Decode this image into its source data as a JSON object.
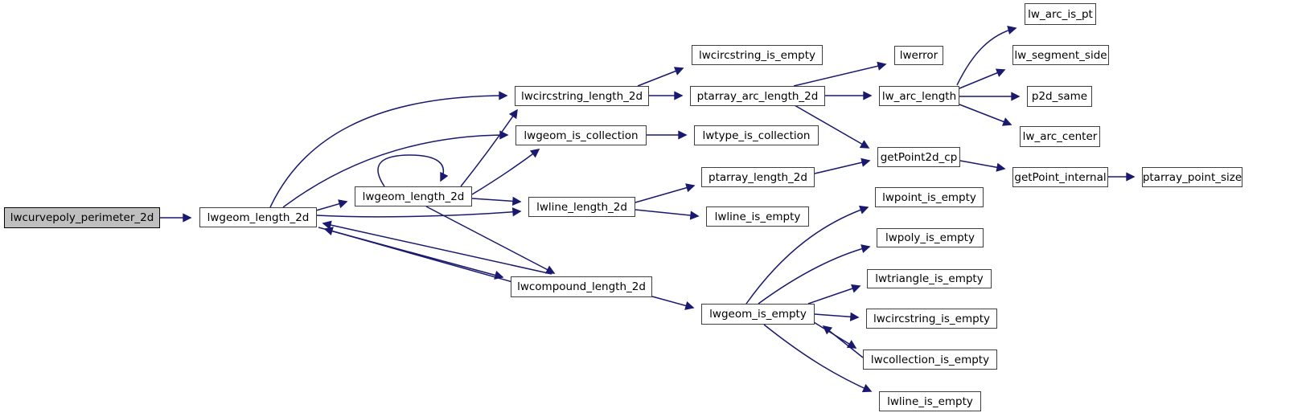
{
  "diagram": {
    "type": "call-graph",
    "colors": {
      "edge": "#191970",
      "node_border": "#3f3f3f",
      "node_fill": "#ffffff",
      "highlight_node_fill": "#bfbfbf",
      "text": "#000000"
    },
    "nodes": [
      {
        "id": "lwcurvepoly_perimeter_2d",
        "label": "lwcurvepoly_perimeter_2d",
        "highlight": true
      },
      {
        "id": "lwgeom_length_2d_1",
        "label": "lwgeom_length_2d"
      },
      {
        "id": "lwgeom_length_2d_2",
        "label": "lwgeom_length_2d"
      },
      {
        "id": "lwcircstring_length_2d",
        "label": "lwcircstring_length_2d"
      },
      {
        "id": "lwgeom_is_collection",
        "label": "lwgeom_is_collection"
      },
      {
        "id": "lwline_length_2d",
        "label": "lwline_length_2d"
      },
      {
        "id": "lwcompound_length_2d",
        "label": "lwcompound_length_2d"
      },
      {
        "id": "lwcircstring_is_empty_1",
        "label": "lwcircstring_is_empty"
      },
      {
        "id": "ptarray_arc_length_2d",
        "label": "ptarray_arc_length_2d"
      },
      {
        "id": "lwtype_is_collection",
        "label": "lwtype_is_collection"
      },
      {
        "id": "ptarray_length_2d",
        "label": "ptarray_length_2d"
      },
      {
        "id": "lwline_is_empty_1",
        "label": "lwline_is_empty"
      },
      {
        "id": "lwgeom_is_empty",
        "label": "lwgeom_is_empty"
      },
      {
        "id": "lwerror",
        "label": "lwerror"
      },
      {
        "id": "lw_arc_length",
        "label": "lw_arc_length"
      },
      {
        "id": "lw_arc_is_pt",
        "label": "lw_arc_is_pt"
      },
      {
        "id": "lw_segment_side",
        "label": "lw_segment_side"
      },
      {
        "id": "p2d_same",
        "label": "p2d_same"
      },
      {
        "id": "lw_arc_center",
        "label": "lw_arc_center"
      },
      {
        "id": "getPoint2d_cp",
        "label": "getPoint2d_cp"
      },
      {
        "id": "getPoint_internal",
        "label": "getPoint_internal"
      },
      {
        "id": "ptarray_point_size",
        "label": "ptarray_point_size"
      },
      {
        "id": "lwpoint_is_empty",
        "label": "lwpoint_is_empty"
      },
      {
        "id": "lwpoly_is_empty",
        "label": "lwpoly_is_empty"
      },
      {
        "id": "lwtriangle_is_empty",
        "label": "lwtriangle_is_empty"
      },
      {
        "id": "lwcircstring_is_empty_2",
        "label": "lwcircstring_is_empty"
      },
      {
        "id": "lwcollection_is_empty",
        "label": "lwcollection_is_empty"
      },
      {
        "id": "lwline_is_empty_2",
        "label": "lwline_is_empty"
      }
    ],
    "edges": [
      {
        "from": "lwcurvepoly_perimeter_2d",
        "to": "lwgeom_length_2d_1"
      },
      {
        "from": "lwgeom_length_2d_1",
        "to": "lwgeom_length_2d_2"
      },
      {
        "from": "lwgeom_length_2d_1",
        "to": "lwline_length_2d"
      },
      {
        "from": "lwgeom_length_2d_1",
        "to": "lwcircstring_length_2d"
      },
      {
        "from": "lwgeom_length_2d_1",
        "to": "lwgeom_is_collection"
      },
      {
        "from": "lwgeom_length_2d_1",
        "to": "lwcompound_length_2d"
      },
      {
        "from": "lwgeom_length_2d_2",
        "to": "lwgeom_length_2d_2"
      },
      {
        "from": "lwgeom_length_2d_2",
        "to": "lwcircstring_length_2d"
      },
      {
        "from": "lwgeom_length_2d_2",
        "to": "lwgeom_is_collection"
      },
      {
        "from": "lwgeom_length_2d_2",
        "to": "lwline_length_2d"
      },
      {
        "from": "lwgeom_length_2d_2",
        "to": "lwcompound_length_2d"
      },
      {
        "from": "lwcompound_length_2d",
        "to": "lwgeom_length_2d_1"
      },
      {
        "from": "lwcompound_length_2d",
        "to": "lwgeom_length_2d_1"
      },
      {
        "from": "lwline_length_2d",
        "to": "ptarray_length_2d"
      },
      {
        "from": "lwline_length_2d",
        "to": "lwline_is_empty_1"
      },
      {
        "from": "lwcircstring_length_2d",
        "to": "ptarray_arc_length_2d"
      },
      {
        "from": "lwcircstring_length_2d",
        "to": "lwcircstring_is_empty_1"
      },
      {
        "from": "ptarray_arc_length_2d",
        "to": "lwerror"
      },
      {
        "from": "ptarray_arc_length_2d",
        "to": "lw_arc_length"
      },
      {
        "from": "ptarray_arc_length_2d",
        "to": "getPoint2d_cp"
      },
      {
        "from": "lw_arc_length",
        "to": "lw_arc_is_pt"
      },
      {
        "from": "lw_arc_length",
        "to": "lw_segment_side"
      },
      {
        "from": "lw_arc_length",
        "to": "p2d_same"
      },
      {
        "from": "lw_arc_length",
        "to": "lw_arc_center"
      },
      {
        "from": "ptarray_length_2d",
        "to": "getPoint2d_cp"
      },
      {
        "from": "getPoint2d_cp",
        "to": "getPoint_internal"
      },
      {
        "from": "getPoint_internal",
        "to": "ptarray_point_size"
      },
      {
        "from": "lwcompound_length_2d",
        "to": "lwgeom_is_empty"
      },
      {
        "from": "lwgeom_is_empty",
        "to": "lwpoint_is_empty"
      },
      {
        "from": "lwgeom_is_empty",
        "to": "lwpoly_is_empty"
      },
      {
        "from": "lwgeom_is_empty",
        "to": "lwtriangle_is_empty"
      },
      {
        "from": "lwgeom_is_empty",
        "to": "lwcircstring_is_empty_2"
      },
      {
        "from": "lwgeom_is_empty",
        "to": "lwcollection_is_empty"
      },
      {
        "from": "lwcollection_is_empty",
        "to": "lwgeom_is_empty"
      },
      {
        "from": "lwgeom_is_empty",
        "to": "lwline_is_empty_2"
      },
      {
        "from": "lwgeom_is_collection",
        "to": "lwtype_is_collection"
      }
    ]
  }
}
